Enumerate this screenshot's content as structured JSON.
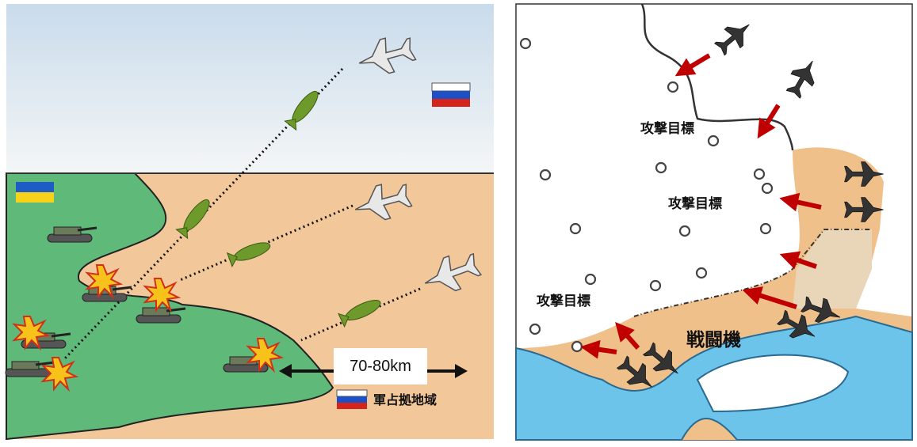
{
  "left_panel": {
    "distance_label": "70-80km",
    "occupied_label": "軍占拠地域",
    "flags": [
      "russia-flag",
      "ukraine-flag"
    ]
  },
  "right_panel": {
    "target_labels": [
      "攻撃目標",
      "攻撃目標",
      "攻撃目標"
    ],
    "fighter_label": "戦闘機"
  },
  "colors": {
    "sky": "#dfe9f2",
    "land_orange": "#f2c79a",
    "land_green": "#5fb979",
    "arrow_red": "#c00000",
    "water": "#6cc4ea"
  }
}
